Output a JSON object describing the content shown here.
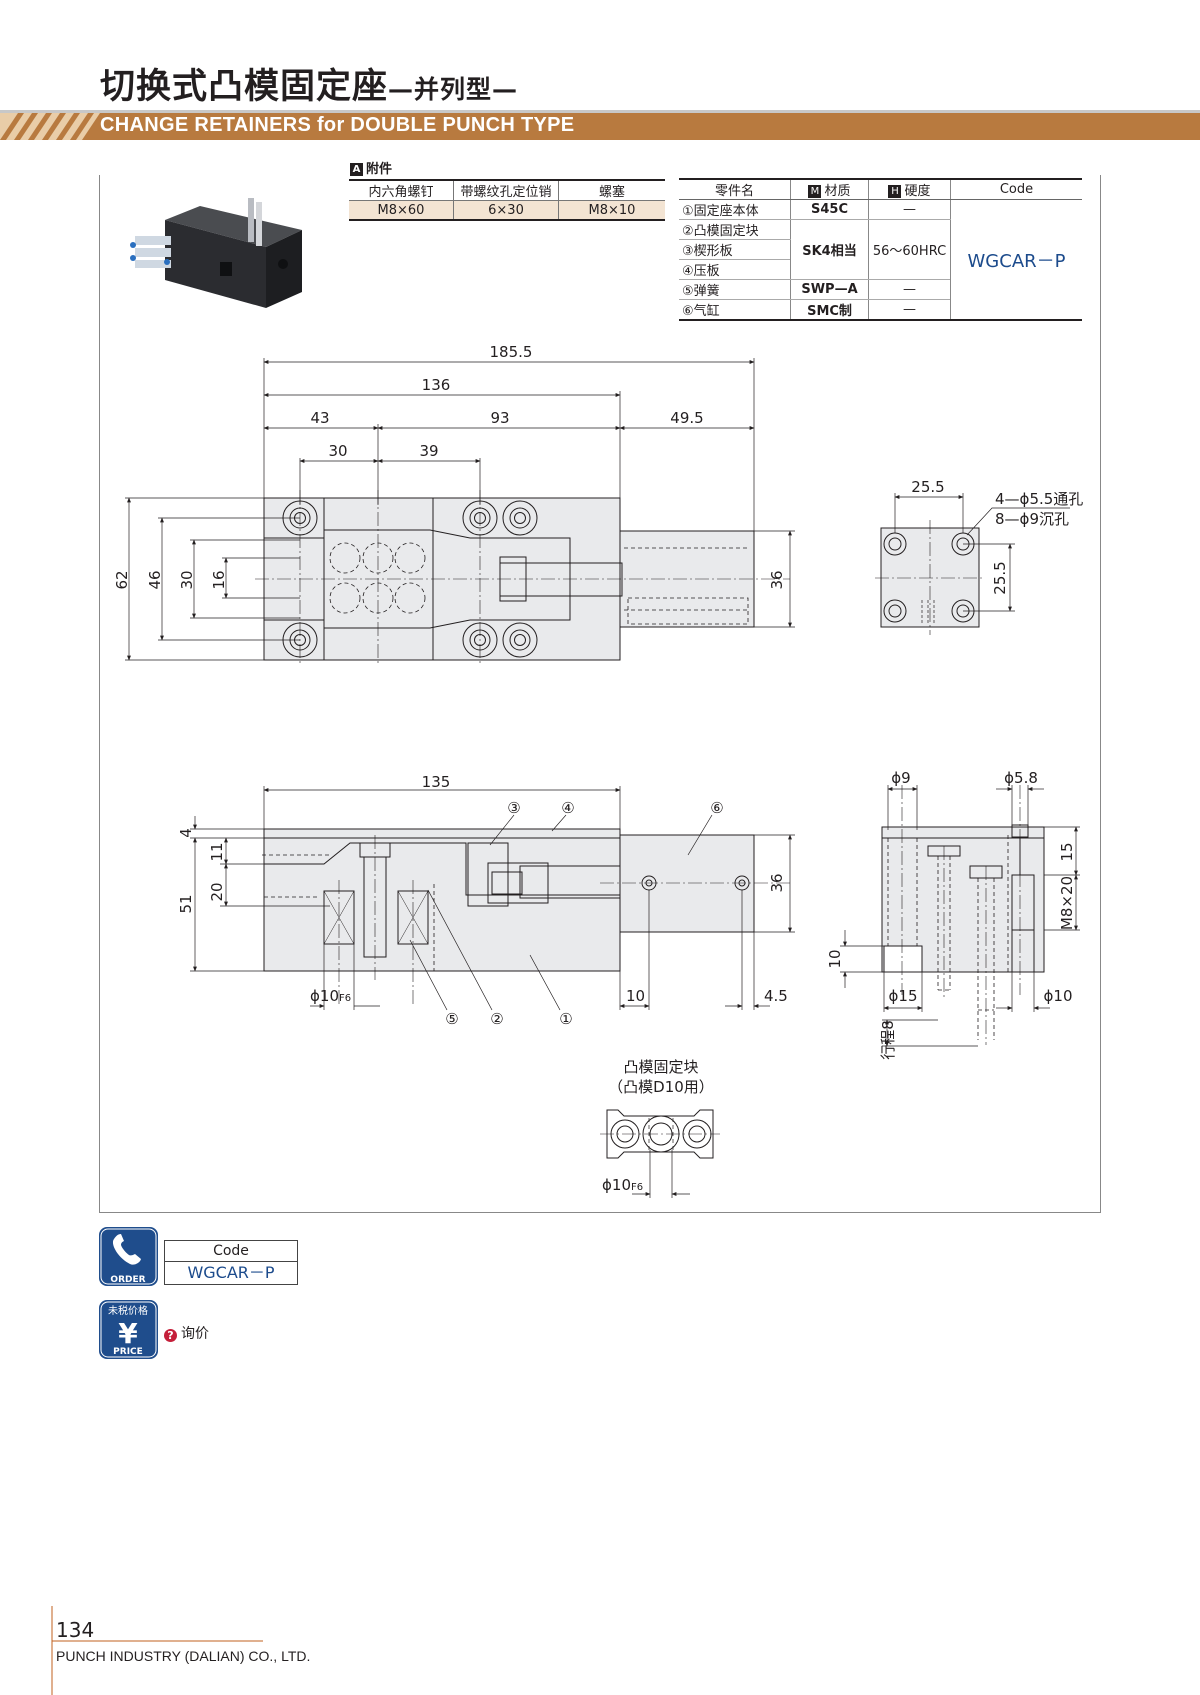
{
  "header": {
    "title": "切换式凸模固定座",
    "subtitle": "—并列型—",
    "title_en": "CHANGE RETAINERS for DOUBLE PUNCH TYPE"
  },
  "accessories": {
    "badge": "A",
    "heading": "附件",
    "columns": [
      "内六角螺钉",
      "带螺纹孔定位销",
      "螺塞"
    ],
    "values": [
      "M8×60",
      "6×30",
      "M8×10"
    ]
  },
  "parts_table": {
    "headers": {
      "part_name": "零件名",
      "material_badge": "M",
      "material": "材质",
      "hardness_badge": "H",
      "hardness": "硬度",
      "code": "Code"
    },
    "rows": [
      {
        "name": "①固定座本体",
        "material": "S45C",
        "hardness": "—"
      },
      {
        "name": "②凸模固定块",
        "material": "SK4相当",
        "hardness": "56～60HRC"
      },
      {
        "name": "③楔形板"
      },
      {
        "name": "④压板"
      },
      {
        "name": "⑤弹簧",
        "material": "SWP—A",
        "hardness": "—"
      },
      {
        "name": "⑥气缸",
        "material": "SMC制",
        "hardness": "—"
      }
    ],
    "code_value": "WGCAR－P"
  },
  "drawing_top": {
    "dims": {
      "total_length": "185.5",
      "body_length": "136",
      "left_segment": "43",
      "middle_segment": "93",
      "cylinder_length": "49.5",
      "pitch_a": "30",
      "pitch_b": "39",
      "height_total": "62",
      "height_46": "46",
      "height_30": "30",
      "height_16": "16",
      "cylinder_height": "36"
    }
  },
  "drawing_end": {
    "dims": {
      "width": "25.5",
      "height": "25.5",
      "note_through": "4—ϕ5.5通孔",
      "note_counterbore": "8—ϕ9沉孔"
    }
  },
  "drawing_front": {
    "dims": {
      "length": "135",
      "height_total": "51",
      "top": "4",
      "h11": "11",
      "h20": "20",
      "cylinder_height": "36",
      "bore": "ϕ10",
      "bore_tol": "F6",
      "offset_10": "10",
      "offset_4_5": "4.5"
    },
    "callouts": [
      "①",
      "②",
      "③",
      "④",
      "⑤",
      "⑥"
    ]
  },
  "drawing_side": {
    "dims": {
      "d9": "ϕ9",
      "d5_8": "ϕ5.8",
      "h15": "15",
      "thread": "M8×20",
      "h10": "10",
      "d15": "ϕ15",
      "d10": "ϕ10",
      "stroke": "行程8"
    }
  },
  "detail": {
    "title": "凸模固定块",
    "subtitle": "（凸模D10用）",
    "bore": "ϕ10",
    "bore_tol": "F6"
  },
  "order": {
    "icon_label": "ORDER",
    "code_header": "Code",
    "code_value": "WGCAR－P"
  },
  "price": {
    "icon_top": "未税价格",
    "icon_symbol": "¥",
    "icon_label": "PRICE",
    "inquiry_mark": "?",
    "inquiry": "询价"
  },
  "footer": {
    "page_number": "134",
    "company": "PUNCH INDUSTRY (DALIAN) CO., LTD."
  },
  "colors": {
    "band": "#b87a3f",
    "band_stripe": "#e9cda8",
    "accessory_row": "#f3e4d3",
    "icon_blue": "#1f4d8c",
    "code_text": "#1c4b8c",
    "drawing_fill": "#e9eaec",
    "inquiry_red": "#c51f3a"
  }
}
